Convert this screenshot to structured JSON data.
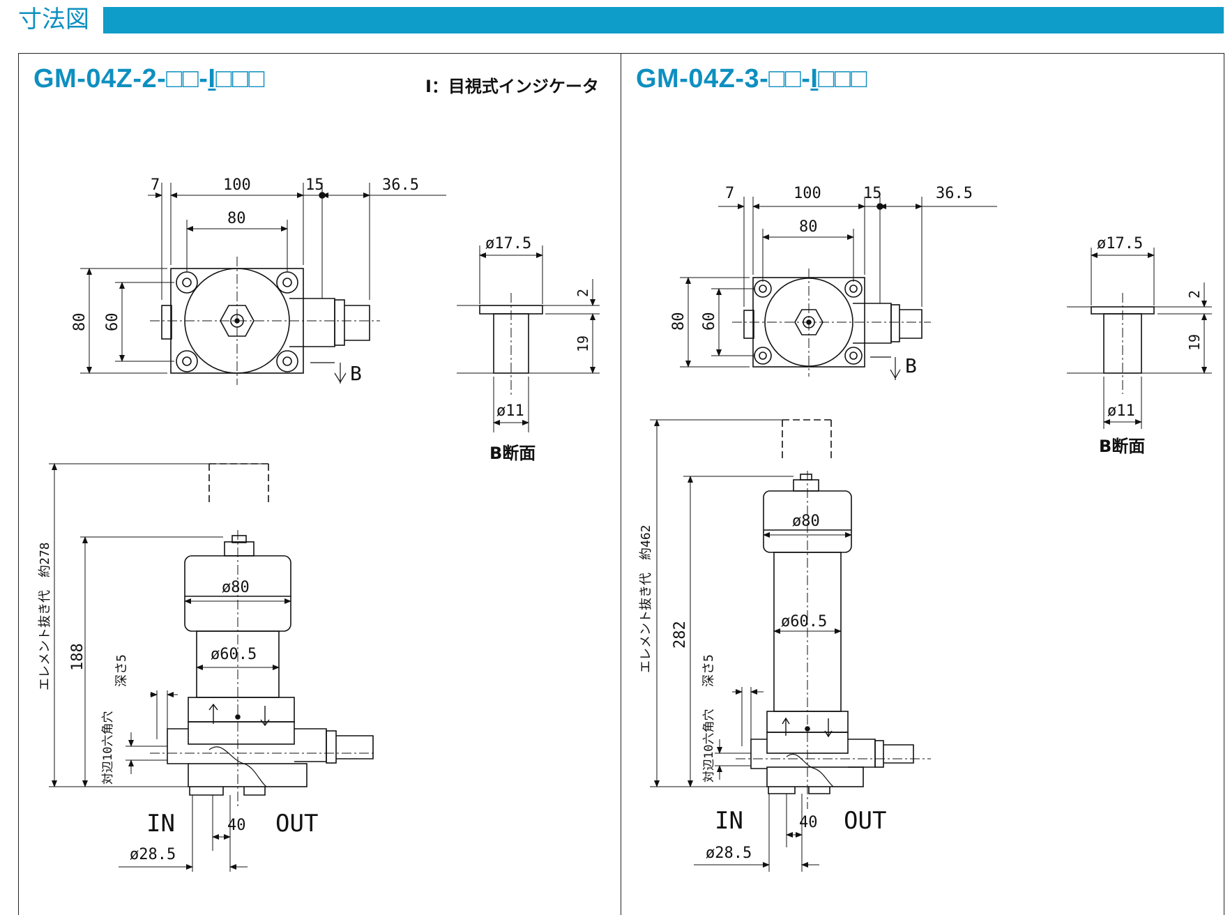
{
  "header": {
    "title": "寸法図",
    "bar_color": "#0e9cc9"
  },
  "left": {
    "model": "GM-04Z-2-□□-",
    "model_i": "I",
    "model_tail": "□□□",
    "legend": "I：目視式インジケータ",
    "plan": {
      "d7": "7",
      "d100": "100",
      "d15": "15",
      "d365": "36.5",
      "d80w": "80",
      "d80h": "80",
      "d60": "60",
      "bmark": "B"
    },
    "section": {
      "d175": "ø17.5",
      "d11": "ø11",
      "d2": "2",
      "d19": "19",
      "label": "B断面"
    },
    "elev": {
      "removal": "エレメント抜き代　約278",
      "height": "188",
      "d80": "ø80",
      "d605": "ø60.5",
      "depth": "深さ5",
      "hex": "対辺10六角穴",
      "in": "IN",
      "out": "OUT",
      "d40": "40",
      "d285": "ø28.5"
    }
  },
  "right": {
    "model": "GM-04Z-3-□□-",
    "model_i": "I",
    "model_tail": "□□□",
    "plan": {
      "d7": "7",
      "d100": "100",
      "d15": "15",
      "d365": "36.5",
      "d80w": "80",
      "d80h": "80",
      "d60": "60",
      "bmark": "B"
    },
    "section": {
      "d175": "ø17.5",
      "d11": "ø11",
      "d2": "2",
      "d19": "19",
      "label": "B断面"
    },
    "elev": {
      "removal": "エレメント抜き代　約462",
      "height": "282",
      "d80": "ø80",
      "d605": "ø60.5",
      "depth": "深さ5",
      "hex": "対辺10六角穴",
      "in": "IN",
      "out": "OUT",
      "d40": "40",
      "d285": "ø28.5"
    }
  }
}
